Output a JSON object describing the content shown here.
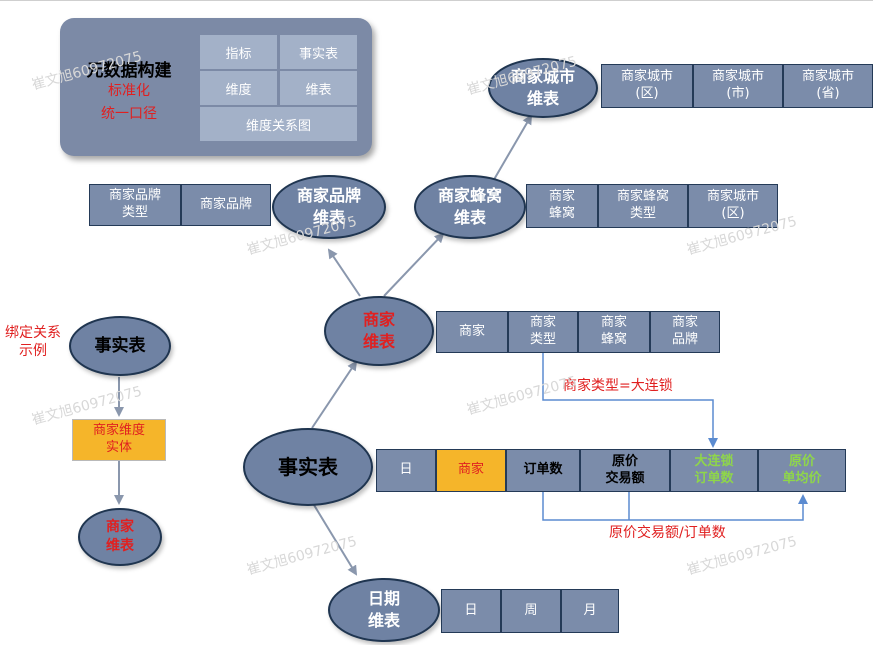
{
  "metadata_panel": {
    "title": "元数据构建",
    "standardize": "标准化",
    "unify": "统一口径",
    "cells": [
      "指标",
      "事实表",
      "维度",
      "维表",
      "维度关系图"
    ]
  },
  "city_dim": {
    "title": "商家城市\n维表",
    "cells": [
      "商家城市\n(区)",
      "商家城市\n(市)",
      "商家城市\n(省)"
    ]
  },
  "brand_dim": {
    "title": "商家品牌\n维表",
    "cells": [
      "商家品牌\n类型",
      "商家品牌"
    ]
  },
  "hive_dim": {
    "title": "商家蜂窝\n维表",
    "cells": [
      "商家\n蜂窝",
      "商家蜂窝\n类型",
      "商家城市\n(区)"
    ]
  },
  "merchant_dim": {
    "title": "商家\n维表",
    "cells": [
      "商家",
      "商家\n类型",
      "商家\n蜂窝",
      "商家\n品牌"
    ]
  },
  "fact_table": {
    "title": "事实表",
    "cells": [
      "日",
      "商家",
      "订单数",
      "原价\n交易额",
      "大连锁\n订单数",
      "原价\n单均价"
    ]
  },
  "date_dim": {
    "title": "日期\n维表",
    "cells": [
      "日",
      "周",
      "月"
    ]
  },
  "annotations": {
    "filter": "商家类型=大连锁",
    "ratio": "原价交易额/订单数"
  },
  "binding_example": {
    "label": "绑定关系\n示例",
    "fact": "事实表",
    "entity": "商家维度\n实体",
    "dim": "商家\n维表"
  },
  "watermark": "崔文旭60972075",
  "colors": {
    "node": "#6f82a3",
    "cell": "#7b8caa",
    "highlight": "#f5b52a",
    "accent_red": "#e02020",
    "accent_green": "#8fd64a",
    "line": "#5b8bd0"
  }
}
